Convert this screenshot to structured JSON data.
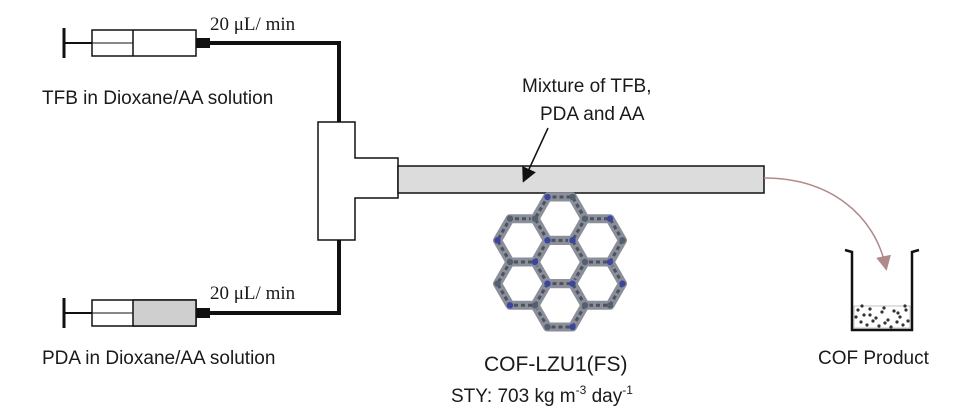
{
  "syringes": {
    "top": {
      "label": "TFB in Dioxane/AA solution",
      "flow_rate": "20 μL/ min"
    },
    "bottom": {
      "label": "PDA in Dioxane/AA solution",
      "flow_rate": "20 μL/ min"
    }
  },
  "tube": {
    "annotation_line1": "Mixture of TFB,",
    "annotation_line2": "PDA and AA"
  },
  "product": {
    "name": "COF-LZU1(FS)",
    "sty_prefix": "STY: 703 kg m",
    "sty_exp1": "-3",
    "sty_mid": " day",
    "sty_exp2": "-1"
  },
  "beaker": {
    "label": "COF Product"
  },
  "colors": {
    "line": "#111111",
    "tube_fill": "#dcdcdc",
    "syringe_fill_pda": "#cfcfcf",
    "arrow_curve": "#b08a8a",
    "atom_blue": "#3c46a0",
    "atom_gray": "#8a8f99"
  }
}
